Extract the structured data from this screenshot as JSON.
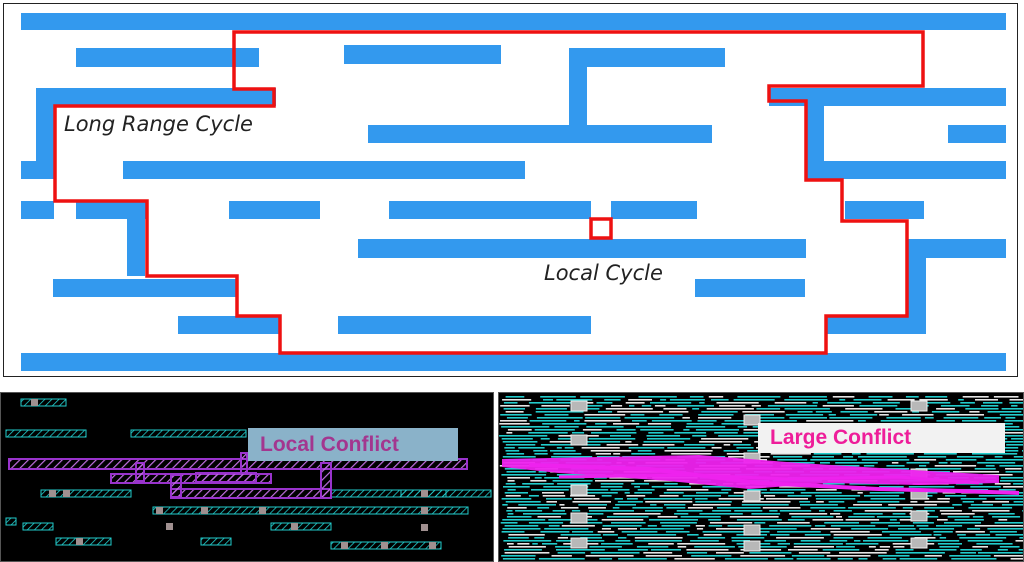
{
  "top": {
    "long_range_label": "Long Range Cycle",
    "local_label": "Local Cycle"
  },
  "bottom_left": {
    "label": "Local Conflict"
  },
  "bottom_right": {
    "label": "Large Conflict"
  },
  "colors": {
    "wire": "#3399ee",
    "cycle": "#ee1111",
    "purple": "#9933cc",
    "cyan": "#22cccc",
    "magenta": "#ee22ee",
    "local_label_bg": "#8ab2c9",
    "local_label_text": "#a3368f",
    "large_label_bg": "#f2f2f2",
    "large_label_text": "#ee1d9a"
  }
}
